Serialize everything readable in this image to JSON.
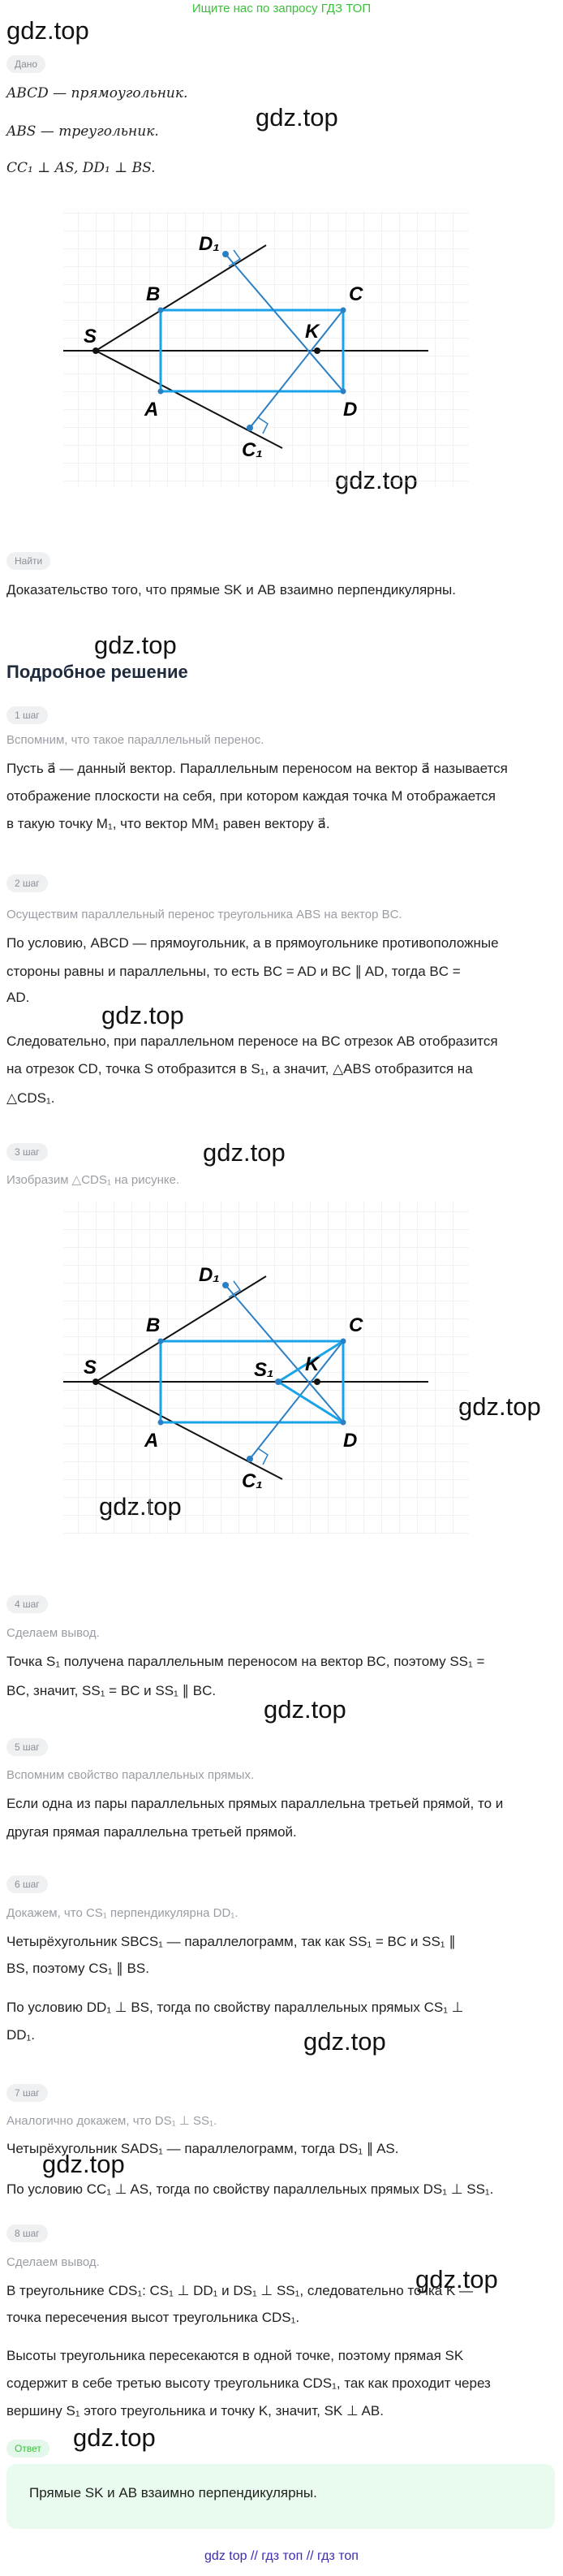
{
  "banner": "Ищите нас по запросу ГДЗ ТОП",
  "watermark": "gdz.top",
  "badges": {
    "given": "Дано",
    "find": "Найти",
    "step1": "1 шаг",
    "step2": "2 шаг",
    "step3": "3 шаг",
    "step4": "4 шаг",
    "step5": "5 шаг",
    "step6": "6 шаг",
    "step7": "7 шаг",
    "step8": "8 шаг",
    "answer": "Ответ"
  },
  "given": {
    "l1": "ABCD — прямоугольник.",
    "l2": "ABS — треугольник.",
    "l3": "CC₁ ⊥ AS, DD₁ ⊥ BS."
  },
  "find_text": "Доказательство того, что прямые SK и AB взаимно перпендикулярны.",
  "solution_title": "Подробное решение",
  "step1": {
    "hint": "Вспомним, что такое параллельный перенос.",
    "l1": "Пусть a⃗ — данный вектор. Параллельным переносом на вектор a⃗ называется",
    "l2": "отображение плоскости на себя, при котором каждая точка M отображается",
    "l3": "в такую точку M₁, что вектор MM₁ равен вектору a⃗."
  },
  "step2": {
    "hint": "Осуществим параллельный перенос треугольника ABS на вектор BC.",
    "l1": "По условию, ABCD — прямоугольник, а в прямоугольнике противоположные",
    "l2": "стороны равны и параллельны, то есть BC = AD и BC ∥ AD, тогда BC =",
    "l3": "AD.",
    "l4": "Следовательно, при параллельном переносе на BC отрезок AB отобразится",
    "l5": "на отрезок CD, точка S отобразится в S₁, а значит, △ABS отобразится на",
    "l6": "△CDS₁."
  },
  "step3": {
    "hint": "Изобразим △CDS₁ на рисунке."
  },
  "step4": {
    "hint": "Сделаем вывод.",
    "l1": "Точка S₁ получена параллельным переносом на вектор BC, поэтому SS₁ =",
    "l2": "BC, значит, SS₁ = BC и SS₁ ∥ BC."
  },
  "step5": {
    "hint": "Вспомним свойство параллельных прямых.",
    "l1": "Если одна из пары параллельных прямых параллельна третьей прямой, то и",
    "l2": "другая прямая параллельна третьей прямой."
  },
  "step6": {
    "hint": "Докажем, что CS₁ перпендикулярна DD₁.",
    "l1": "Четырёхугольник SBCS₁ — параллелограмм, так как SS₁ = BC и SS₁ ∥",
    "l2": "BS, поэтому CS₁ ∥ BS.",
    "l3": "По условию DD₁ ⊥ BS, тогда по свойству параллельных прямых CS₁ ⊥",
    "l4": "DD₁."
  },
  "step7": {
    "hint": "Аналогично докажем, что DS₁ ⊥ SS₁.",
    "l1": "Четырёхугольник SADS₁ — параллелограмм, тогда DS₁ ∥ AS.",
    "l2": "По условию CC₁ ⊥ AS, тогда по свойству параллельных прямых DS₁ ⊥ SS₁."
  },
  "step8": {
    "hint": "Сделаем вывод.",
    "l1": "В треугольнике CDS₁: CS₁ ⊥ DD₁ и DS₁ ⊥ SS₁, следовательно точка K —",
    "l2": "точка пересечения высот треугольника CDS₁.",
    "l3": "Высоты треугольника пересекаются в одной точке, поэтому прямая SK",
    "l4": "содержит в себе третью высоту треугольника CDS₁, так как проходит через",
    "l5": "вершину S₁ этого треугольника и точку K, значит, SK ⊥ AB."
  },
  "answer_text": "Прямые SK и AB взаимно перпендикулярны.",
  "footer": "gdz top // гдз топ // гдз топ",
  "figure_labels": {
    "S": "S",
    "A": "A",
    "B": "B",
    "C": "C",
    "D": "D",
    "K": "K",
    "D1": "D₁",
    "C1": "C₁",
    "S1": "S₁"
  },
  "colors": {
    "accent": "#3ac03a",
    "figure_blue": "#1aa3e8",
    "line_blue": "#2b7fc4",
    "answer_bg": "#e9fbef"
  }
}
